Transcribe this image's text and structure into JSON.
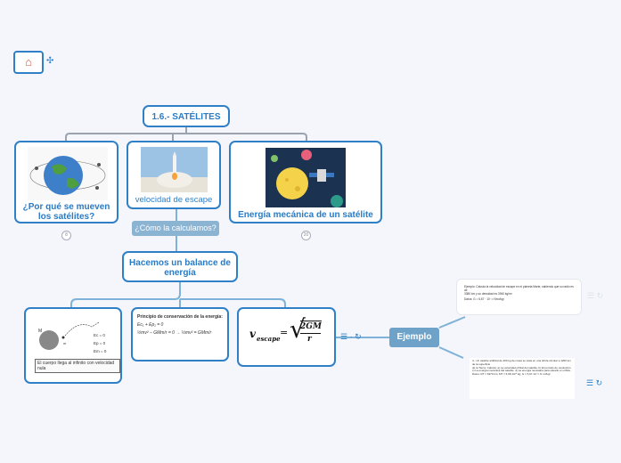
{
  "toolbar": {
    "home_icon": "home-icon",
    "share_icon": "share-icon"
  },
  "root": {
    "title": "1.6.- SATÉLITES"
  },
  "branches": {
    "why": {
      "title": "¿Por qué se mueven los satélites?",
      "badge": "8"
    },
    "escape": {
      "label": "velocidad de escape"
    },
    "energy": {
      "title": "Energía mecánica de un satélite",
      "badge": "20"
    }
  },
  "question": {
    "label": "¿Cómo la calculamos?"
  },
  "balance": {
    "title": "Hacemos un balance de energía"
  },
  "cards": {
    "diagram": {
      "caption": "El cuerpo llega al infinito con velocidad nula",
      "M": "M",
      "m": "m",
      "e1": "Ec = 0",
      "e2": "Ep = 0",
      "e3": "Em = 0"
    },
    "principle": {
      "title": "Principio de conservación de la energía:",
      "l1": "Ec₁ + Ep₁ = 0",
      "l2": "½mv² − GMm/r = 0 → ½mv² = GMm/r"
    },
    "formula": {
      "lhs": "v",
      "sub": "escape",
      "num": "2GM",
      "den": "r"
    }
  },
  "example": {
    "label": "Ejemplo"
  },
  "notes": {
    "n1": {
      "l1": "Ejemplo: Calcula la velocidad de escape en el planeta Marte, sabiendo que su radio es de",
      "l2": "3380 km y su densidad es 3940 kg/m³",
      "l3": "Datos: G = 6,67 · 10⁻¹¹ Nm²/kg²"
    },
    "n2": {
      "l1": "4.- Un satélite artificial de 400 kg de masa se sitúa en una órbita circular a 1200 km de la superficie",
      "l2": "de la Tierra. Calcula: a) La velocidad orbital del satélite. b) El período de revolución.",
      "l3": "c) La energía mecánica del satélite. d) La energía necesaria para situarlo en órbita.",
      "l4": "Datos: RT = 6370 km; MT = 5,98·10²⁴ kg; G = 6,67·10⁻¹¹ N m²/kg²"
    }
  }
}
